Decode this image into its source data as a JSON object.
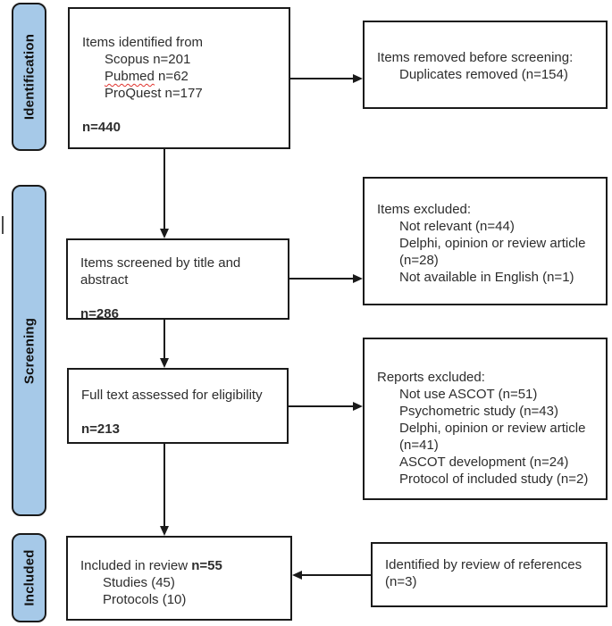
{
  "colors": {
    "stage_fill": "#a6c9e8",
    "border_ink": "#1a1a1a",
    "text": "#2d2d2d",
    "spellcheck_underline": "#e0342f"
  },
  "stages": {
    "identification": "Identification",
    "screening": "Screening",
    "included": "Included"
  },
  "main_boxes": {
    "identified": {
      "intro": "Items identified from",
      "scopus": "Scopus n=201",
      "pubmed_word": "Pubmed",
      "pubmed_count": "n=62",
      "proquest": "ProQuest n=177",
      "total": "n=440"
    },
    "screened": {
      "text": "Items screened by title and abstract",
      "total": "n=286"
    },
    "fulltext": {
      "text": "Full text assessed for eligibility",
      "total": "n=213"
    },
    "included": {
      "intro": "Included in review",
      "total": "n=55",
      "studies": "Studies (45)",
      "protocols": "Protocols (10)"
    }
  },
  "side_boxes": {
    "removed": {
      "title": "Items removed before screening:",
      "items": [
        "Duplicates removed (n=154)"
      ]
    },
    "items_excluded": {
      "title": "Items excluded:",
      "items": [
        "Not relevant (n=44)",
        "Delphi, opinion or review article (n=28)",
        "Not available in English (n=1)"
      ]
    },
    "reports_excluded": {
      "title": "Reports excluded:",
      "items": [
        "Not use ASCOT (n=51)",
        "Psychometric study (n=43)",
        "Delphi, opinion or review article (n=41)",
        "ASCOT development (n=24)",
        "Protocol of included study (n=2)"
      ]
    },
    "references": {
      "text": "Identified by review of references (n=3)"
    }
  }
}
